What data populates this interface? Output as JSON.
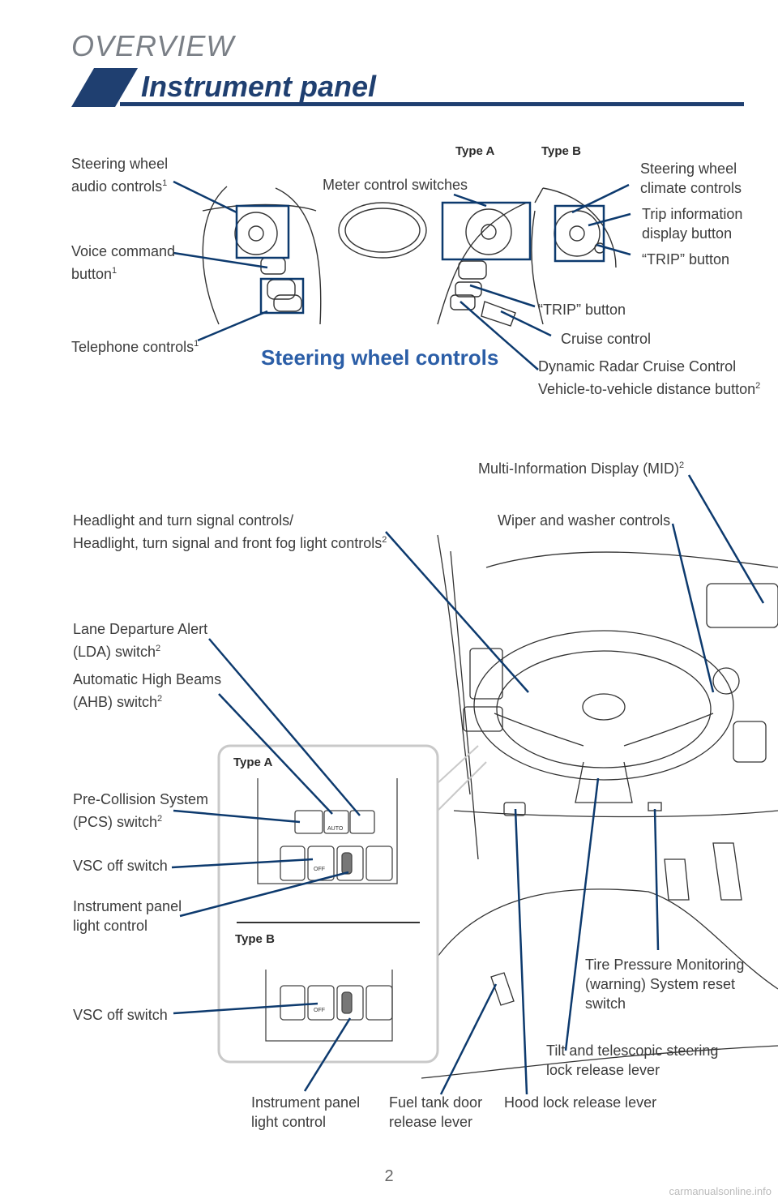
{
  "header": {
    "section": "OVERVIEW",
    "title": "Instrument panel"
  },
  "steering": {
    "heading": "Steering wheel controls",
    "type_a": "Type A",
    "type_b": "Type B",
    "audio_1": "Steering wheel",
    "audio_2": "audio controls",
    "audio_sup": "1",
    "voice_1": "Voice command",
    "voice_2": "button",
    "voice_sup": "1",
    "phone": "Telephone controls",
    "phone_sup": "1",
    "meter": "Meter control switches",
    "climate_1": "Steering wheel",
    "climate_2": "climate controls",
    "trip_info_1": "Trip information",
    "trip_info_2": "display button",
    "trip_b": "“TRIP” button",
    "trip_a": "“TRIP” button",
    "cruise": "Cruise control",
    "radar_1": "Dynamic Radar Cruise Control",
    "radar_2": "Vehicle-to-vehicle distance button",
    "radar_sup": "2"
  },
  "dash": {
    "mid": "Multi-Information Display (MID)",
    "mid_sup": "2",
    "headlight_1": "Headlight and turn signal controls/",
    "headlight_2": "Headlight, turn signal and front fog light controls",
    "headlight_sup": "2",
    "wiper": "Wiper and washer controls",
    "lda_1": "Lane Departure Alert",
    "lda_2": "(LDA) switch",
    "lda_sup": "2",
    "ahb_1": "Automatic High Beams",
    "ahb_2": "(AHB) switch",
    "ahb_sup": "2",
    "type_a": "Type A",
    "type_b": "Type B",
    "pcs_1": "Pre-Collision System",
    "pcs_2": "(PCS) switch",
    "pcs_sup": "2",
    "vsc_a": "VSC off switch",
    "ipl_a_1": "Instrument panel",
    "ipl_a_2": "light control",
    "vsc_b": "VSC off switch",
    "ipl_b_1": "Instrument panel",
    "ipl_b_2": "light control",
    "fuel_1": "Fuel tank door",
    "fuel_2": "release lever",
    "hood": "Hood lock release lever",
    "tilt_1": "Tilt and telescopic steering",
    "tilt_2": "lock release lever",
    "tpms_1": "Tire Pressure Monitoring",
    "tpms_2": "(warning) System reset",
    "tpms_3": "switch",
    "auto_label": "AUTO",
    "off_label": "OFF"
  },
  "page_number": "2",
  "footer": "carmanualsonline.info",
  "colors": {
    "accent": "#1f3f70",
    "leader": "#0d3a6e",
    "heading": "#2b5ea7"
  }
}
